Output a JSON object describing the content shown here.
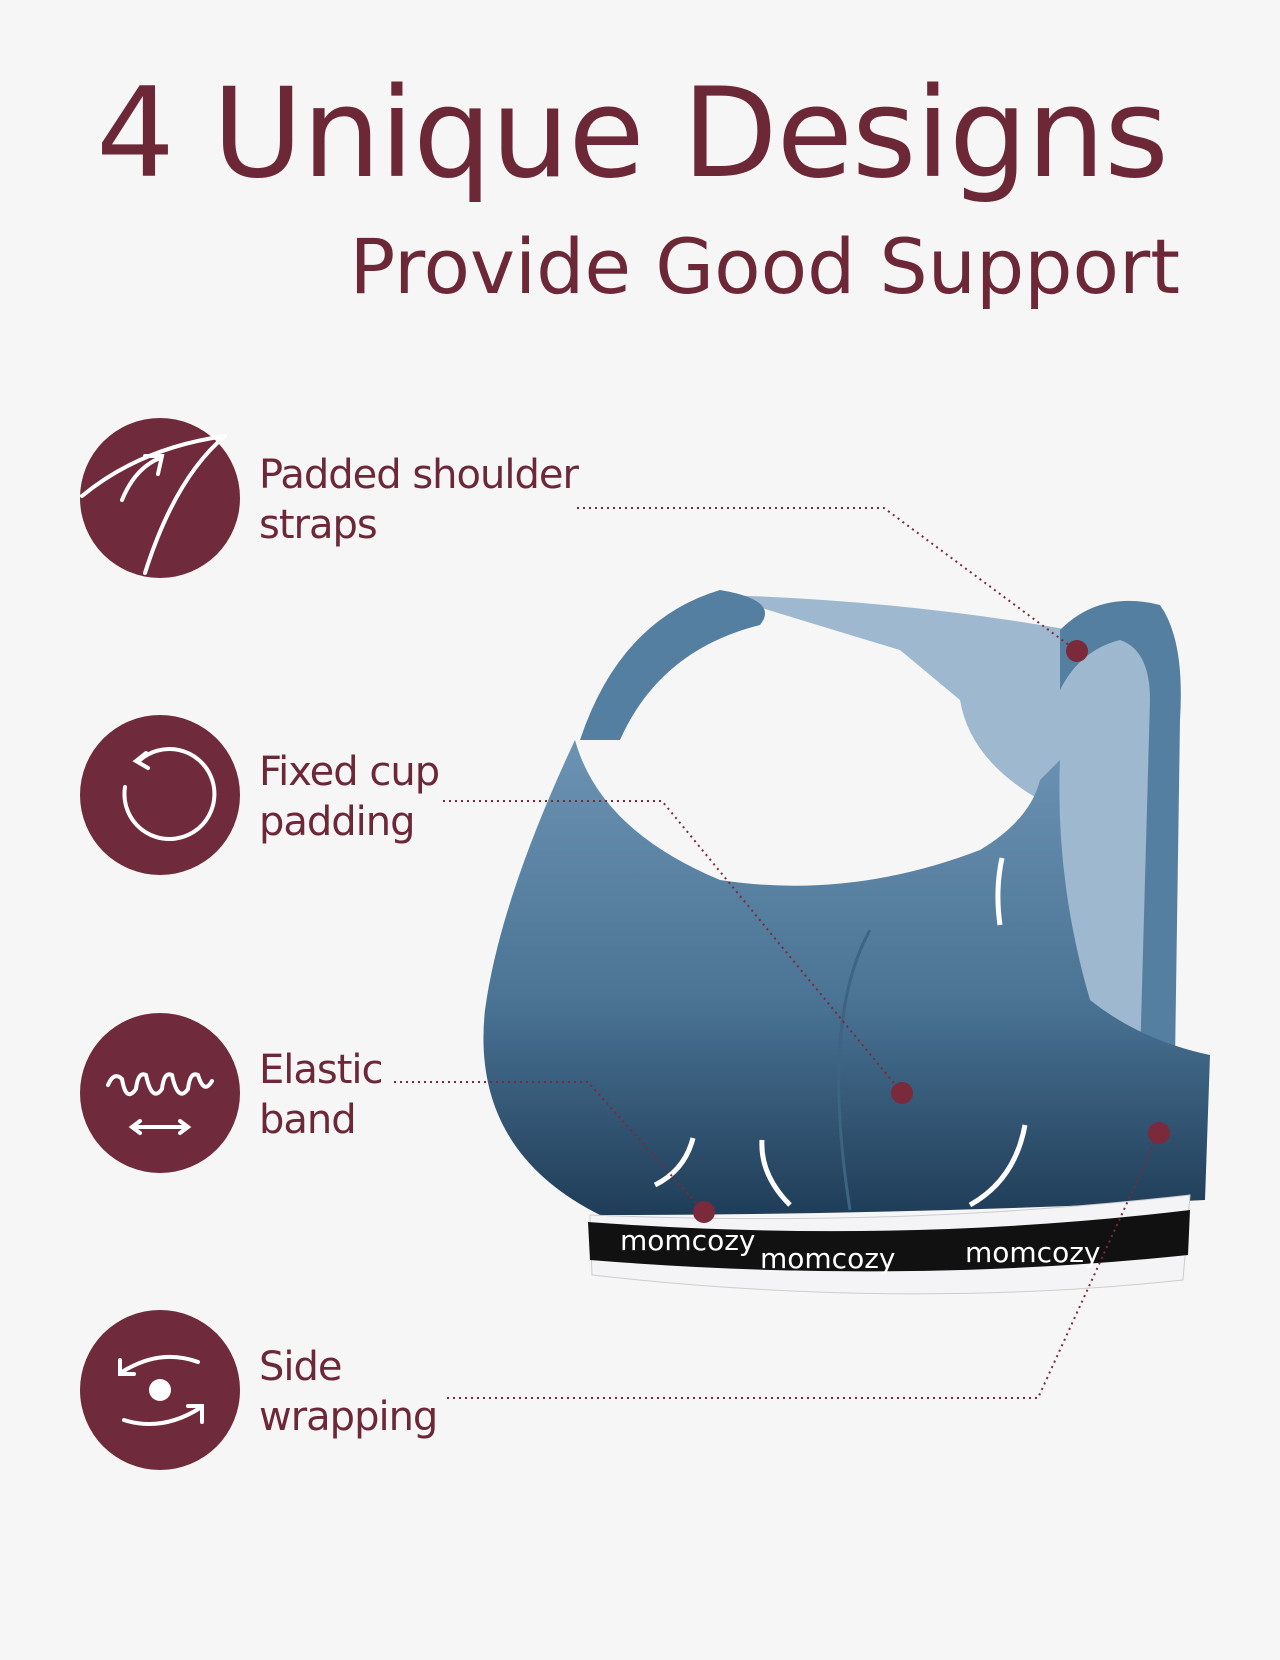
{
  "header": {
    "title": "4 Unique Designs",
    "subtitle": "Provide Good Support"
  },
  "features": [
    {
      "icon": "strap-arrow-icon",
      "line1": "Padded shoulder",
      "line2": "straps"
    },
    {
      "icon": "circular-arrow-icon",
      "line1": "Fixed cup",
      "line2": "padding"
    },
    {
      "icon": "wave-stretch-icon",
      "line1": "Elastic",
      "line2": "band"
    },
    {
      "icon": "rotate-wrap-icon",
      "line1": "Side",
      "line2": "wrapping"
    }
  ],
  "product": {
    "brand_band_text": "momcozy"
  },
  "colors": {
    "accent": "#6f2a3b",
    "background": "#f6f6f6",
    "product_blue": "#4f7a9c"
  }
}
